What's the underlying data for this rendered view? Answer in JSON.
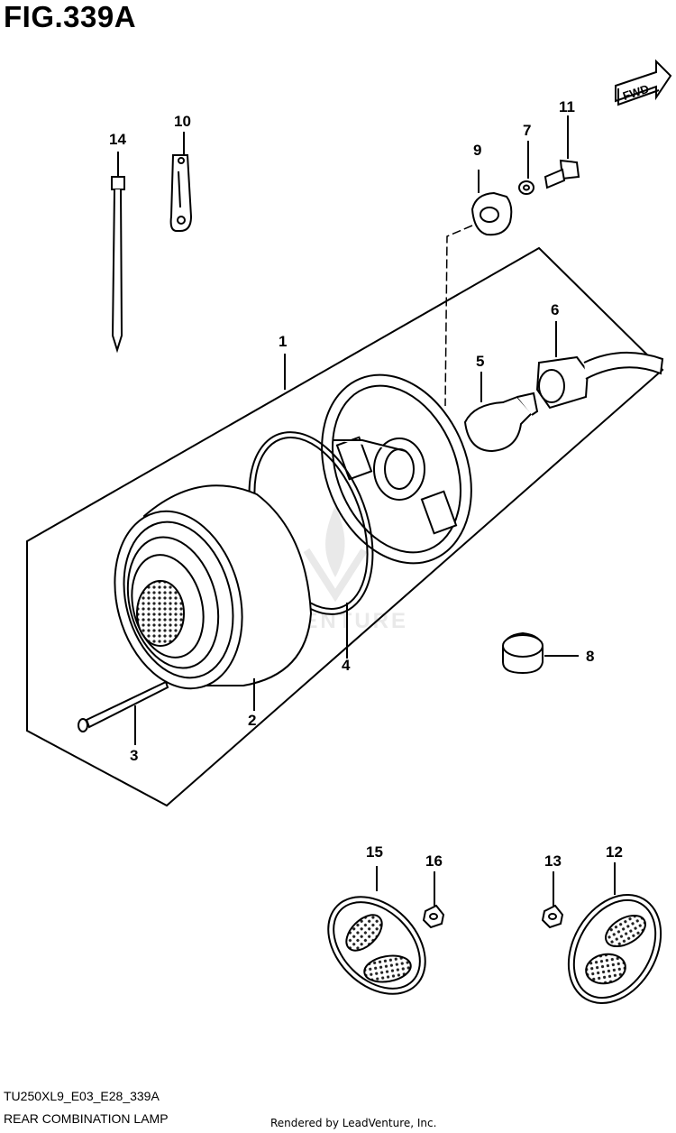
{
  "figure": {
    "title": "FIG.339A",
    "model_code": "TU250XL9_E03_E28_339A",
    "part_name": "REAR COMBINATION LAMP",
    "rendered_by": "Rendered by LeadVenture, Inc.",
    "direction_label": "FWD",
    "watermark": "LEADVENTURE"
  },
  "callouts": [
    "1",
    "2",
    "3",
    "4",
    "5",
    "6",
    "7",
    "8",
    "9",
    "10",
    "11",
    "12",
    "13",
    "14",
    "15",
    "16"
  ]
}
